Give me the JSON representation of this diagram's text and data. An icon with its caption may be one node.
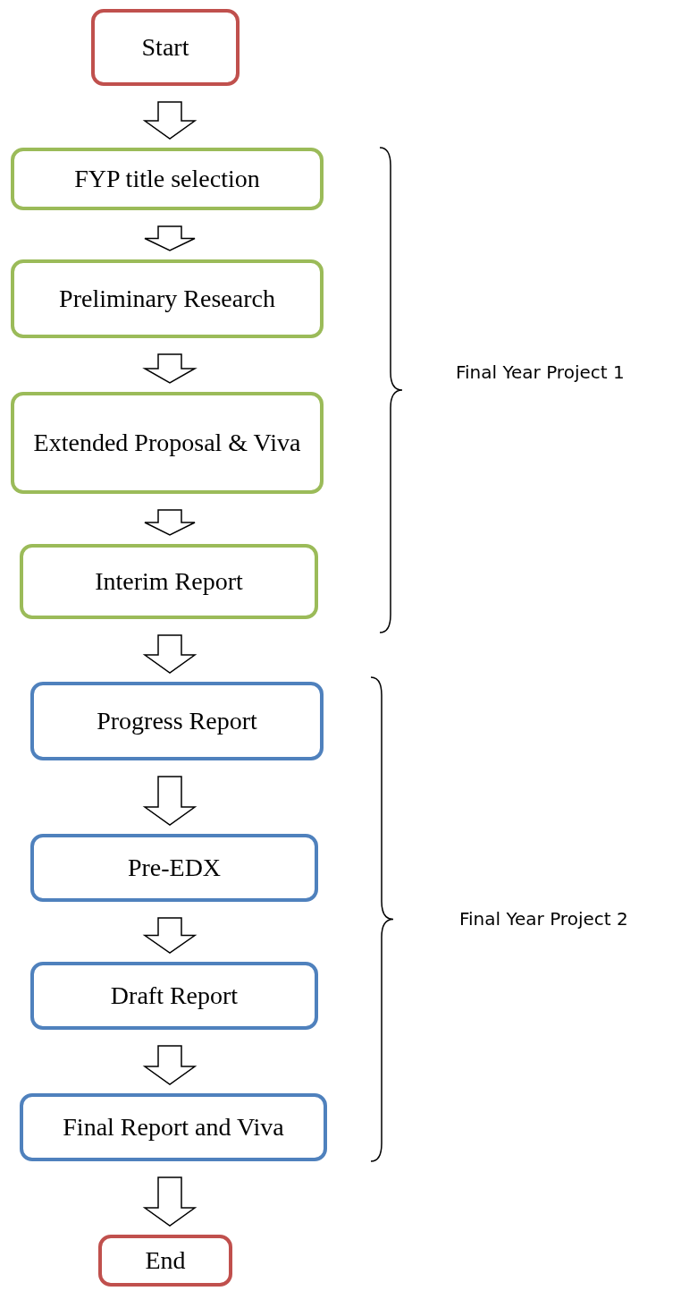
{
  "diagram": {
    "nodes": [
      {
        "text": [
          "Start"
        ]
      },
      {
        "text": [
          "FYP title selection"
        ]
      },
      {
        "text": [
          "Preliminary Research"
        ]
      },
      {
        "text": [
          "Extended Proposal & Viva"
        ]
      },
      {
        "text": [
          "Interim Report"
        ]
      },
      {
        "text": [
          "Progress Report"
        ]
      },
      {
        "text": [
          "Pre-EDX"
        ]
      },
      {
        "text": [
          "Draft Report"
        ]
      },
      {
        "text": [
          "Final Report and Viva"
        ]
      },
      {
        "text": [
          "End"
        ]
      }
    ],
    "edges": [
      {
        "from": 0,
        "to": 1,
        "arrow": "to"
      },
      {
        "from": 1,
        "to": 2,
        "arrow": "to"
      },
      {
        "from": 2,
        "to": 3,
        "arrow": "to"
      },
      {
        "from": 3,
        "to": 4,
        "arrow": "to"
      },
      {
        "from": 4,
        "to": 5,
        "arrow": "to"
      },
      {
        "from": 5,
        "to": 6,
        "arrow": "to"
      },
      {
        "from": 6,
        "to": 7,
        "arrow": "to"
      },
      {
        "from": 7,
        "to": 8,
        "arrow": "to"
      },
      {
        "from": 8,
        "to": 9,
        "arrow": "to"
      }
    ],
    "labels": [
      "Final Year Project 1",
      "Final Year Project 2"
    ]
  }
}
